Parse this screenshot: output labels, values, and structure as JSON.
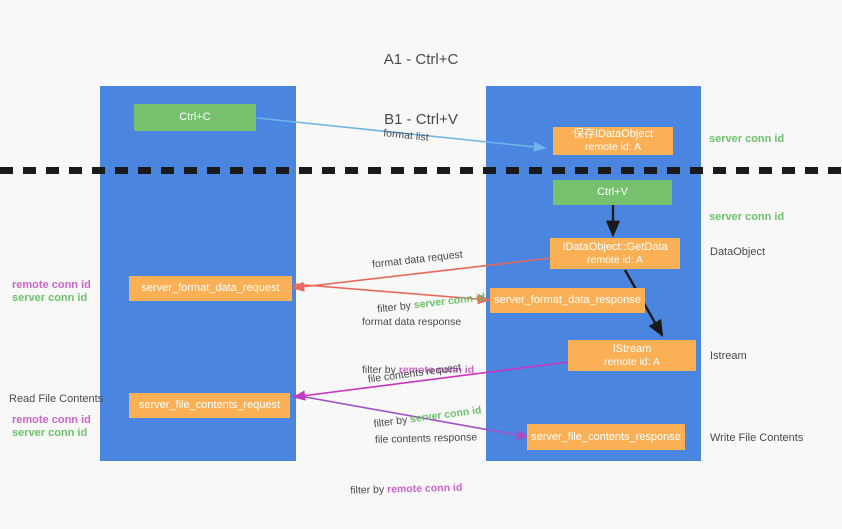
{
  "title": {
    "line1": "A1 - Ctrl+C",
    "line2": "B1 - Ctrl+V"
  },
  "lanes": [
    {
      "id": "a1",
      "name": "A1",
      "role": "remote"
    },
    {
      "id": "b1",
      "name": "B1",
      "role": "connection"
    }
  ],
  "nodes": {
    "ctrl_c": {
      "label": "Ctrl+C"
    },
    "idataobject": {
      "label": "保存IDataObject",
      "sub": "remote id: A"
    },
    "ctrl_v": {
      "label": "Ctrl+V"
    },
    "getdata": {
      "label": "IDataObject::GetData",
      "sub": "remote id: A"
    },
    "format_data_request": {
      "label": "server_format_data_request"
    },
    "format_data_response": {
      "label": "server_format_data_response"
    },
    "istream": {
      "label": "IStream",
      "sub": "remote id: A"
    },
    "file_contents_request": {
      "label": "server_file_contents_request"
    },
    "file_contents_response": {
      "label": "server_file_contents_response"
    }
  },
  "edge_labels": {
    "format_list": "format list",
    "format_data_request": "format data request",
    "format_data_request_filter_prefix": "filter by ",
    "format_data_request_filter_key": "server conn id",
    "format_data_response": "format data response",
    "format_data_response_filter_prefix": "filter by ",
    "format_data_response_filter_key": "remote conn id",
    "file_contents_request": "file contents request",
    "file_contents_request_filter_prefix": "filter by ",
    "file_contents_request_filter_key": "server conn id",
    "file_contents_response": "file contents response",
    "file_contents_response_filter_prefix": "filter by ",
    "file_contents_response_filter_key": "remote conn id"
  },
  "right_labels": {
    "server_conn_id_top": "server conn id",
    "server_conn_id_mid": "server conn id",
    "dataobject": "DataObject",
    "istream": "Istream",
    "write_file_contents": "Write File Contents"
  },
  "left_labels": {
    "remote_conn_id_top": "remote conn id",
    "server_conn_id_top": "server conn id",
    "read_file_contents": "Read File Contents",
    "remote_conn_id_bottom": "remote conn id",
    "server_conn_id_bottom": "server conn id"
  },
  "colors": {
    "lane": "#4a86e0",
    "green_node": "#77c16e",
    "orange_node": "#fcb055",
    "green_text": "#6cc36a",
    "purple_text": "#cc66cc",
    "arrow_blue": "#6fb5e8",
    "arrow_red": "#e8685a",
    "arrow_magenta": "#cc33bb",
    "arrow_purple": "#a14fc4",
    "arrow_black": "#1a1a1a",
    "background": "#f8f8f8"
  }
}
